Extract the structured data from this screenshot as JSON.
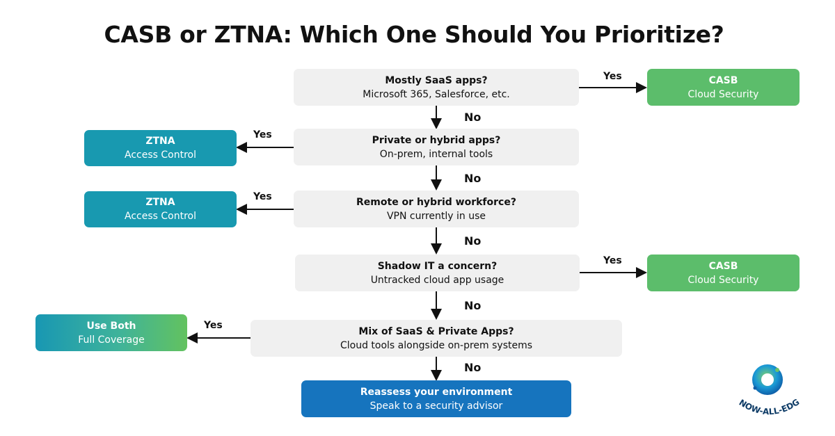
{
  "title": "CASB or ZTNA: Which One Should You Prioritize?",
  "questions": [
    {
      "heading": "Mostly SaaS apps?",
      "sub": "Microsoft 365, Salesforce, etc."
    },
    {
      "heading": "Private or hybrid apps?",
      "sub": "On-prem, internal tools"
    },
    {
      "heading": "Remote or hybrid workforce?",
      "sub": "VPN currently in use"
    },
    {
      "heading": "Shadow IT a concern?",
      "sub": "Untracked cloud app usage"
    },
    {
      "heading": "Mix of SaaS & Private Apps?",
      "sub": "Cloud tools alongside on-prem systems"
    }
  ],
  "outcomes": [
    {
      "heading": "CASB",
      "sub": "Cloud Security",
      "color": "#5cbd6b"
    },
    {
      "heading": "ZTNA",
      "sub": "Access Control",
      "color": "#1899b0"
    },
    {
      "heading": "ZTNA",
      "sub": "Access Control",
      "color": "#1899b0"
    },
    {
      "heading": "CASB",
      "sub": "Cloud Security",
      "color": "#5cbd6b"
    },
    {
      "heading": "Use Both",
      "sub": "Full Coverage",
      "color": "#3fb39a"
    }
  ],
  "final": {
    "heading": "Reassess your environment",
    "sub": "Speak to a security advisor",
    "color": "#1674be"
  },
  "edge_labels": {
    "yes": "Yes",
    "no": "No"
  },
  "logo": {
    "text": "KNOW-ALL-EDGE"
  }
}
